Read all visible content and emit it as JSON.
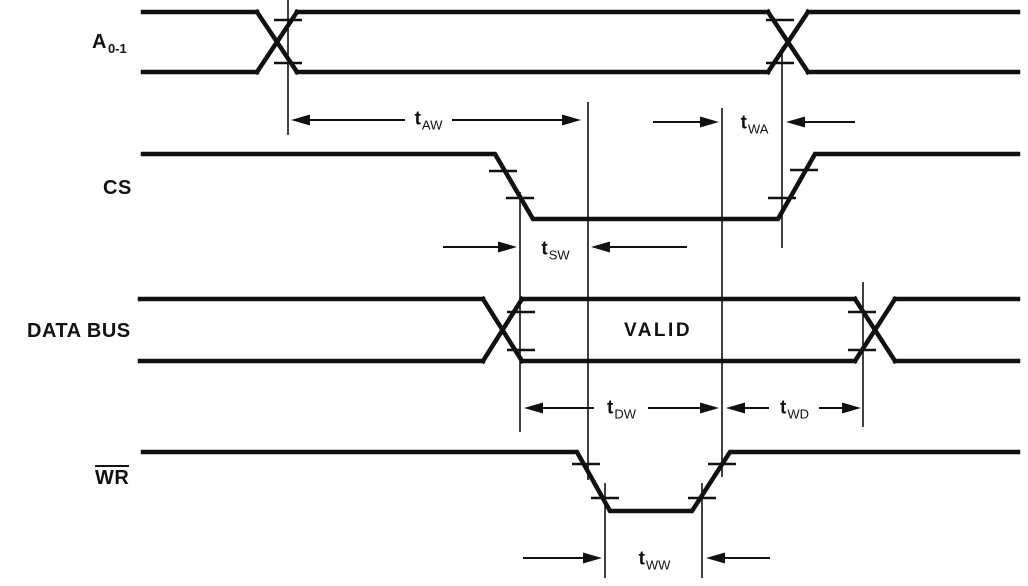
{
  "colors": {
    "ink": "#111111",
    "background": "#ffffff"
  },
  "signals": {
    "address": {
      "label": "A",
      "sub": "0-1"
    },
    "chip_select": {
      "label": "CS"
    },
    "data_bus": {
      "label": "DATA BUS"
    },
    "write": {
      "label": "WR",
      "overline": true
    }
  },
  "bus_state": {
    "valid": "VALID"
  },
  "timing_params": {
    "aw": {
      "main": "t",
      "sub": "AW"
    },
    "wa": {
      "main": "t",
      "sub": "WA"
    },
    "sw": {
      "main": "t",
      "sub": "SW"
    },
    "dw": {
      "main": "t",
      "sub": "DW"
    },
    "wd": {
      "main": "t",
      "sub": "WD"
    },
    "ww": {
      "main": "t",
      "sub": "WW"
    }
  }
}
